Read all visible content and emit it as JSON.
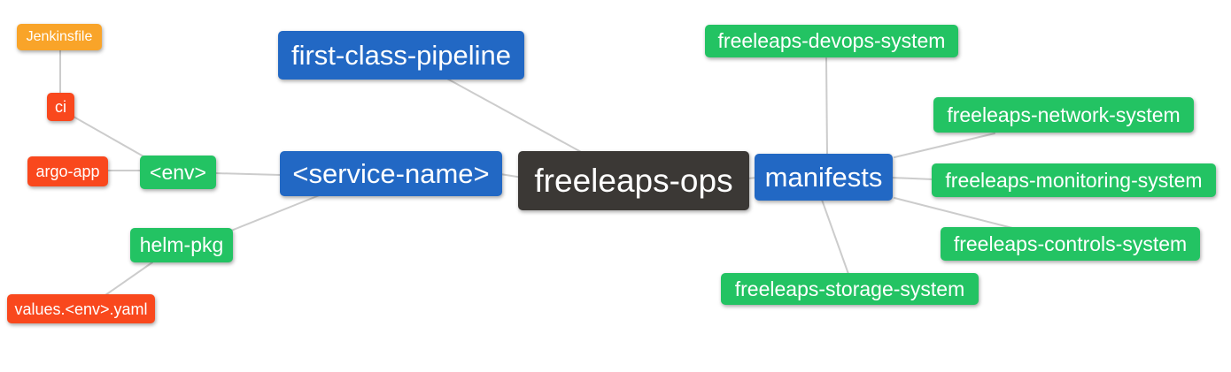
{
  "diagram": {
    "type": "mindmap",
    "background": "#ffffff",
    "edge_color": "#cccccc",
    "colors": {
      "blue": "#2268c4",
      "green": "#23c363",
      "red": "#f9481d",
      "orange": "#f9a429",
      "dark": "#3b3835",
      "text": "#ffffff"
    },
    "root": "freeleaps_ops",
    "nodes": {
      "jenkinsfile": {
        "label": "Jenkinsfile",
        "color": "orange"
      },
      "ci": {
        "label": "ci",
        "color": "red"
      },
      "argo_app": {
        "label": "argo-app",
        "color": "red"
      },
      "env": {
        "label": "<env>",
        "color": "green"
      },
      "helm_pkg": {
        "label": "helm-pkg",
        "color": "green"
      },
      "values_env_yaml": {
        "label": "values.<env>.yaml",
        "color": "red"
      },
      "service_name": {
        "label": "<service-name>",
        "color": "blue"
      },
      "first_class_pipeline": {
        "label": "first-class-pipeline",
        "color": "blue"
      },
      "freeleaps_ops": {
        "label": "freeleaps-ops",
        "color": "dark"
      },
      "manifests": {
        "label": "manifests",
        "color": "blue"
      },
      "devops_system": {
        "label": "freeleaps-devops-system",
        "color": "green"
      },
      "network_system": {
        "label": "freeleaps-network-system",
        "color": "green"
      },
      "monitoring_system": {
        "label": "freeleaps-monitoring-system",
        "color": "green"
      },
      "controls_system": {
        "label": "freeleaps-controls-system",
        "color": "green"
      },
      "storage_system": {
        "label": "freeleaps-storage-system",
        "color": "green"
      }
    },
    "edges": [
      {
        "from": "jenkinsfile",
        "to": "ci"
      },
      {
        "from": "ci",
        "to": "env"
      },
      {
        "from": "argo_app",
        "to": "env"
      },
      {
        "from": "env",
        "to": "service_name"
      },
      {
        "from": "helm_pkg",
        "to": "service_name"
      },
      {
        "from": "values_env_yaml",
        "to": "helm_pkg"
      },
      {
        "from": "first_class_pipeline",
        "to": "freeleaps_ops"
      },
      {
        "from": "service_name",
        "to": "freeleaps_ops"
      },
      {
        "from": "freeleaps_ops",
        "to": "manifests"
      },
      {
        "from": "manifests",
        "to": "devops_system"
      },
      {
        "from": "manifests",
        "to": "network_system"
      },
      {
        "from": "manifests",
        "to": "monitoring_system"
      },
      {
        "from": "manifests",
        "to": "controls_system"
      },
      {
        "from": "manifests",
        "to": "storage_system"
      }
    ]
  }
}
